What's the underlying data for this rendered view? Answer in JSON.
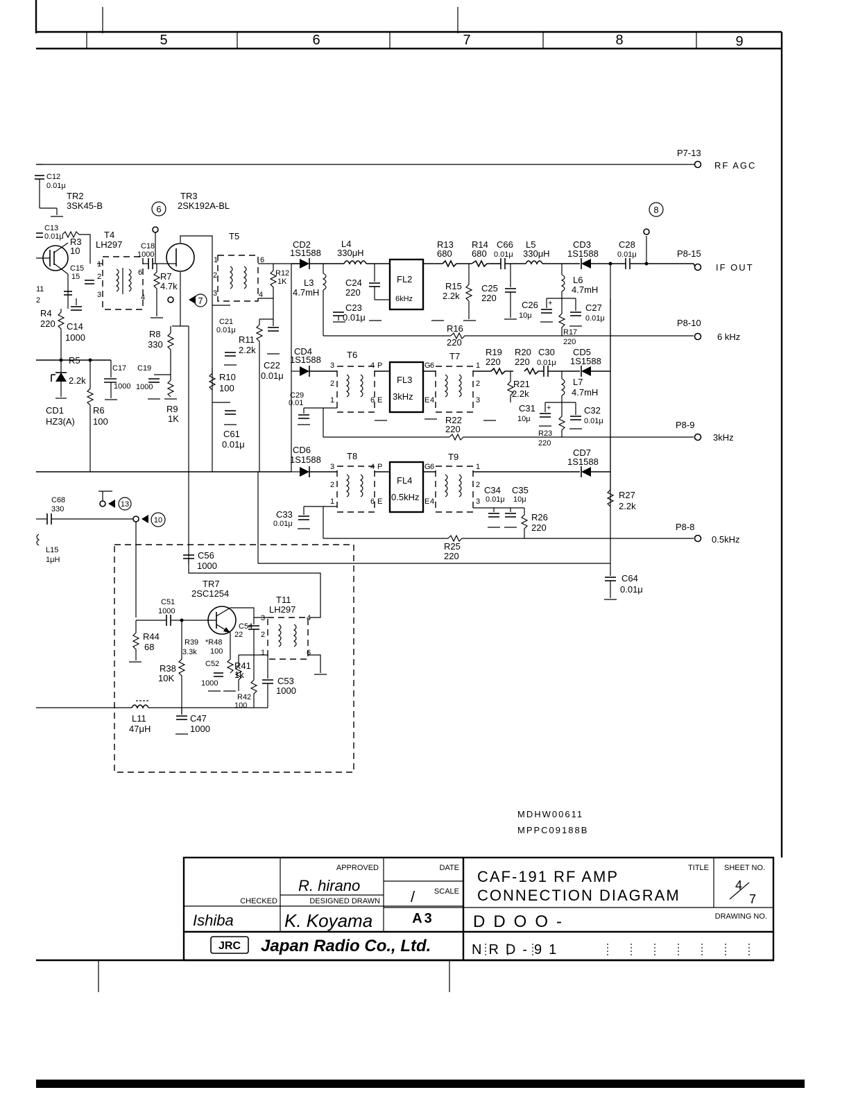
{
  "frame": {
    "columns": [
      "5",
      "6",
      "7",
      "8",
      "9"
    ]
  },
  "components": {
    "tr2": {
      "ref": "TR2",
      "part": "3SK45-B"
    },
    "tr3": {
      "ref": "TR3",
      "part": "2SK192A-BL"
    },
    "tr7": {
      "ref": "TR7",
      "part": "2SC1254"
    },
    "t4": {
      "ref": "T4",
      "part": "LH297"
    },
    "t5": {
      "ref": "T5"
    },
    "t6": {
      "ref": "T6"
    },
    "t7": {
      "ref": "T7"
    },
    "t8": {
      "ref": "T8"
    },
    "t9": {
      "ref": "T9"
    },
    "t11": {
      "ref": "T11",
      "part": "LH297"
    },
    "fl2": {
      "ref": "FL2",
      "bw": "6kHz"
    },
    "fl3": {
      "ref": "FL3",
      "bw": "3kHz"
    },
    "fl4": {
      "ref": "FL4",
      "bw": "0.5kHz"
    },
    "c12": "C12",
    "c12v": "0.01μ",
    "c13": "C13",
    "c13v": "0.01μ",
    "r3": "R3",
    "r3v": "10",
    "c15": "C15",
    "c15v": "15",
    "c18": "C18",
    "c18v": "1000",
    "r7": "R7",
    "r7v": "4.7k",
    "r4": "R4",
    "r4v": "220",
    "c14": "C14",
    "c14v": "1000",
    "r5": "R5",
    "r5v": "2.2k",
    "c17": "C17",
    "c17v": "1000",
    "c19": "C19",
    "c19v": "1000",
    "r8": "R8",
    "r8v": "330",
    "r9": "R9",
    "r9v": "1K",
    "cd1": "CD1",
    "cd1v": "HZ3(A)",
    "r6": "R6",
    "r6v": "100",
    "r12": "R12",
    "r12v": "1K",
    "c21": "C21",
    "c21v": "0.01μ",
    "r11": "R11",
    "r11v": "2.2k",
    "c22": "C22",
    "c22v": "0.01μ",
    "r10": "R10",
    "r10v": "100",
    "c61": "C61",
    "c61v": "0.01μ",
    "cd2": "CD2",
    "cd2v": "1S1588",
    "l4": "L4",
    "l4v": "330μH",
    "l3": "L3",
    "l3v": "4.7mH",
    "c24": "C24",
    "c24v": "220",
    "c23": "C23",
    "c23v": "0.01μ",
    "r13": "R13",
    "r13v": "680",
    "r14": "R14",
    "r14v": "680",
    "c66": "C66",
    "c66v": "0.01μ",
    "l5": "L5",
    "l5v": "330μH",
    "cd3": "CD3",
    "cd3v": "1S1588",
    "c28": "C28",
    "c28v": "0.01μ",
    "r15": "R15",
    "r15v": "2.2k",
    "c25": "C25",
    "c25v": "220",
    "c26": "C26",
    "c26v": "10μ",
    "l6": "L6",
    "l6v": "4.7mH",
    "c27": "C27",
    "c27v": "0.01μ",
    "r16": "R16",
    "r16v": "220",
    "r17": "R17",
    "r17v": "220",
    "cd4": "CD4",
    "cd4v": "1S1588",
    "r19": "R19",
    "r19v": "220",
    "r20": "R20",
    "r20v": "220",
    "c30": "C30",
    "c30v": "0.01μ",
    "cd5": "CD5",
    "cd5v": "1S1588",
    "r21": "R21",
    "r21v": "2.2k",
    "l7": "L7",
    "l7v": "4.7mH",
    "c29": "C29",
    "c29v": "0.01",
    "c31": "C31",
    "c31v": "10μ",
    "c32": "C32",
    "c32v": "0.01μ",
    "r22": "R22",
    "r22v": "220",
    "r23": "R23",
    "r23v": "220",
    "cd6": "CD6",
    "cd6v": "1S1588",
    "cd7": "CD7",
    "cd7v": "1S1588",
    "c34": "C34",
    "c34v": "0.01μ",
    "c35": "C35",
    "c35v": "10μ",
    "r26": "R26",
    "r26v": "220",
    "r27": "R27",
    "r27v": "2.2k",
    "c33": "C33",
    "c33v": "0.01μ",
    "r25": "R25",
    "r25v": "220",
    "c64": "C64",
    "c64v": "0.01μ",
    "c68": "C68",
    "c68v": "330",
    "l15": "L15",
    "l15v": "1μH",
    "c56": "C56",
    "c56v": "1000",
    "c51": "C51",
    "c51v": "1000",
    "r44": "R44",
    "r44v": "68",
    "r39": "R39",
    "r39v": "3.3k",
    "r48": "*R48",
    "r48v": "100",
    "c54": "C54",
    "c54v": "22",
    "c52": "C52",
    "c52v": "1000",
    "r41": "R41",
    "r41v": "1k",
    "c53": "C53",
    "c53v": "1000",
    "r42": "R42",
    "r42v": "100",
    "r38": "R38",
    "r38v": "10K",
    "l11": "L11",
    "l11v": "47μH",
    "c47": "C47",
    "c47v": "1000",
    "edge1": "11",
    "edge2": "2"
  },
  "test_points": {
    "tp6": "6",
    "tp7": "7",
    "tp8": "8",
    "tp10": "10",
    "tp13": "13"
  },
  "connectors": {
    "p713": {
      "pin": "P7-13",
      "signal": "RF AGC"
    },
    "p815": {
      "pin": "P8-15",
      "signal": "IF OUT"
    },
    "p810": {
      "pin": "P8-10",
      "signal": "6 kHz"
    },
    "p89": {
      "pin": "P8-9",
      "signal": "3kHz"
    },
    "p88": {
      "pin": "P8-8",
      "signal": "0.5kHz"
    }
  },
  "codes": {
    "line1": "MDHW00611",
    "line2": "MPPC09188B"
  },
  "title_block": {
    "approved_label": "APPROVED",
    "date_label": "DATE",
    "scale_label": "SCALE",
    "scale_value": "/",
    "checked_label": "CHECKED",
    "designed_label": "DESIGNED DRAWN",
    "size_value": "A3",
    "title_label": "TITLE",
    "title_line1": "CAF-191 RF AMP",
    "title_line2": "CONNECTION DIAGRAM",
    "sheet_label": "SHEET NO.",
    "sheet_num": "4",
    "sheet_total": "7",
    "drawing_label": "DRAWING NO.",
    "drawing_line1": "DDOO-",
    "drawing_line2": "NRD-91",
    "jrc_logo": "JRC",
    "company": "Japan Radio Co., Ltd.",
    "sig_approved": "R. hirano",
    "sig_checked": "Ishiba",
    "sig_designed": "K. Koyama"
  }
}
